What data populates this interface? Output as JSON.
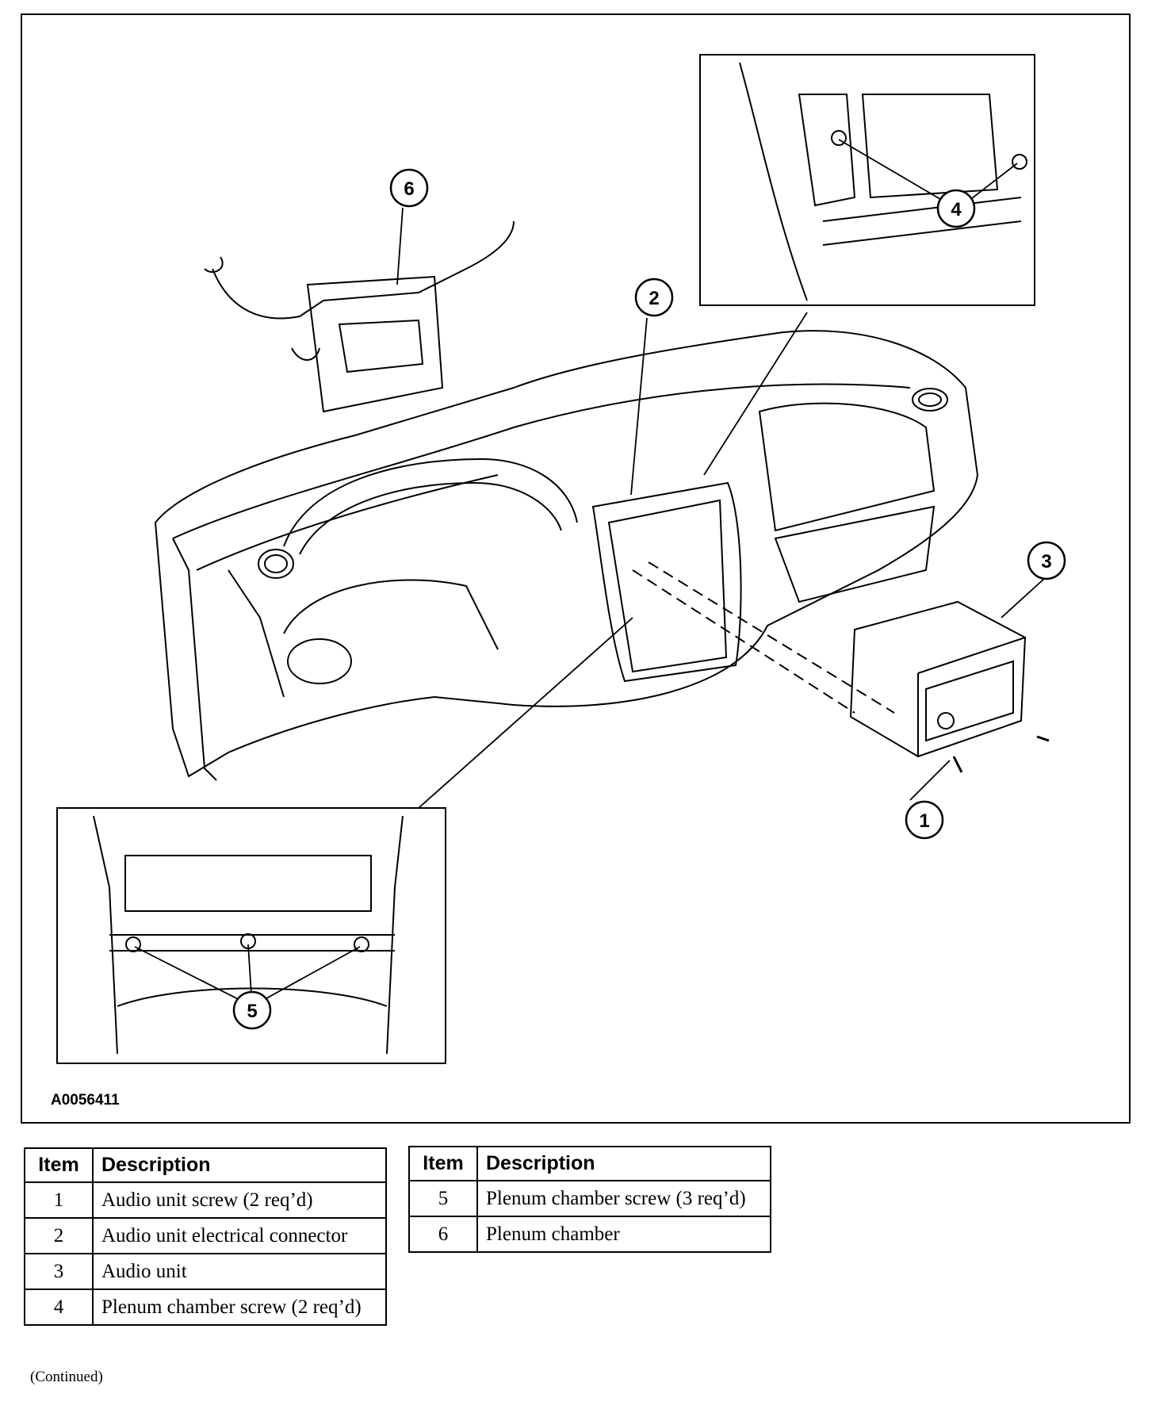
{
  "figure": {
    "id": "A0056411",
    "callouts": [
      "1",
      "2",
      "3",
      "4",
      "5",
      "6"
    ]
  },
  "legend_left": {
    "header_item": "Item",
    "header_desc": "Description",
    "rows": [
      {
        "item": "1",
        "desc": "Audio unit screw (2 req’d)"
      },
      {
        "item": "2",
        "desc": "Audio unit electrical connector"
      },
      {
        "item": "3",
        "desc": "Audio unit"
      },
      {
        "item": "4",
        "desc": "Plenum chamber screw (2 req’d)"
      }
    ]
  },
  "legend_right": {
    "header_item": "Item",
    "header_desc": "Description",
    "rows": [
      {
        "item": "5",
        "desc": "Plenum chamber screw (3 req’d)"
      },
      {
        "item": "6",
        "desc": "Plenum chamber"
      }
    ]
  },
  "footer": {
    "continued": "(Continued)"
  }
}
